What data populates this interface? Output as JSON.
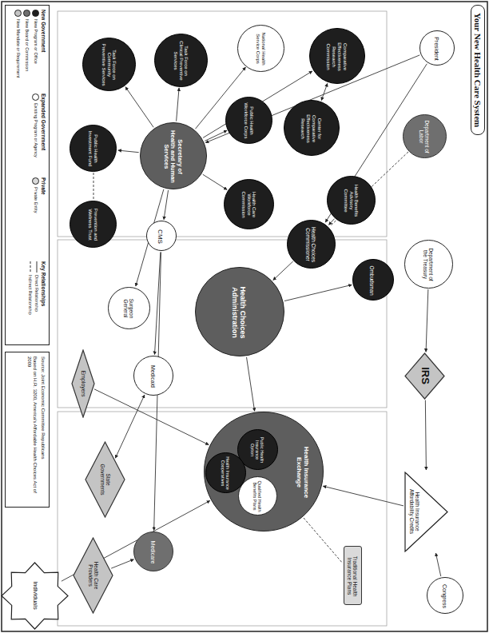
{
  "diagram": {
    "title": "Your New Health Care System",
    "nodes": [
      {
        "text": [
          "President"
        ]
      },
      {
        "text": [
          "Department of Labor"
        ]
      },
      {
        "text": [
          "Department of the Treasury"
        ]
      },
      {
        "text": [
          "IRS"
        ]
      },
      {
        "text": [
          "Health Insurance Affordability Credits"
        ]
      },
      {
        "text": [
          "Congress"
        ]
      },
      {
        "text": [
          "Comparative Effectiveness Research Commission"
        ]
      },
      {
        "text": [
          "Center for Comparative Effectiveness Research"
        ]
      },
      {
        "text": [
          "Health Benefits Advisory Committee"
        ]
      },
      {
        "text": [
          "Health Choices Commissioner"
        ]
      },
      {
        "text": [
          "Ombudsman"
        ]
      },
      {
        "text": [
          "Traditional Health Insurance Plans"
        ]
      },
      {
        "text": [
          "National Health Service Corps"
        ]
      },
      {
        "text": [
          "Public Health Workforce Corps"
        ]
      },
      {
        "text": [
          "Health Care Workforce Commission"
        ]
      },
      {
        "text": [
          "Health Choices Administration"
        ]
      },
      {
        "text": [
          "Health Insurance Exchange"
        ]
      },
      {
        "text": [
          "Public Health Insurance Option"
        ],
        "in": 16
      },
      {
        "text": [
          "Qualified Health Benefits Plans"
        ],
        "in": 16
      },
      {
        "text": [
          "Health Insurance Cooperatives"
        ],
        "in": 16
      },
      {
        "text": [
          "Secretary of Health and Human Services"
        ]
      },
      {
        "text": [
          "Task Force on Clinical Preventive Services"
        ]
      },
      {
        "text": [
          "CMS"
        ]
      },
      {
        "text": [
          "Surgeon General"
        ]
      },
      {
        "text": [
          "Medicaid"
        ]
      },
      {
        "text": [
          "Medicare"
        ]
      },
      {
        "text": [
          "Task Force on Community Preventive Services"
        ]
      },
      {
        "text": [
          "Public Health Investment Fund"
        ]
      },
      {
        "text": [
          "Prevention and Wellness Trust"
        ]
      },
      {
        "text": [
          "Employers"
        ]
      },
      {
        "text": [
          "State Governments"
        ]
      },
      {
        "text": [
          "Health Care Providers"
        ]
      },
      {
        "text": [
          "Individuals"
        ]
      }
    ],
    "edges": [
      {
        "from": 0,
        "to": 9,
        "arrow": "to"
      },
      {
        "from": 0,
        "to": 20,
        "arrow": "to"
      },
      {
        "from": 9,
        "to": 15,
        "arrow": "to"
      },
      {
        "from": 15,
        "to": 16,
        "arrow": "to"
      },
      {
        "from": 8,
        "to": 9,
        "arrow": "to"
      },
      {
        "from": 15,
        "to": 10,
        "arrow": "to"
      },
      {
        "from": 20,
        "to": 6,
        "arrow": "to"
      },
      {
        "from": 6,
        "to": 7,
        "arrow": "both"
      },
      {
        "from": 20,
        "to": 22,
        "arrow": "to"
      },
      {
        "from": 20,
        "to": 27,
        "arrow": "to"
      },
      {
        "from": 27,
        "to": 28,
        "arrow": "none"
      },
      {
        "from": 20,
        "to": 21,
        "arrow": "to"
      },
      {
        "from": 20,
        "to": 26,
        "arrow": "to"
      },
      {
        "from": 20,
        "to": 12,
        "arrow": "to"
      },
      {
        "from": 20,
        "to": 13,
        "arrow": "to"
      },
      {
        "from": 20,
        "to": 14,
        "arrow": "to"
      },
      {
        "from": 20,
        "to": 23,
        "arrow": "to"
      },
      {
        "from": 2,
        "to": 3,
        "arrow": "to"
      },
      {
        "from": 3,
        "to": 4,
        "arrow": "to"
      },
      {
        "from": 4,
        "to": 16,
        "arrow": "to"
      },
      {
        "from": 16,
        "to": 11,
        "arrow": "none"
      },
      {
        "from": 29,
        "to": 16,
        "arrow": "to"
      },
      {
        "from": 22,
        "to": 24,
        "arrow": "to"
      },
      {
        "from": 22,
        "to": 25,
        "arrow": "to"
      },
      {
        "from": 30,
        "to": 24,
        "arrow": "both"
      },
      {
        "from": 31,
        "to": 25,
        "arrow": "to"
      },
      {
        "from": 32,
        "to": 16,
        "arrow": "to"
      },
      {
        "from": 1,
        "to": 9,
        "arrow": "none"
      },
      {
        "from": 5,
        "to": 4,
        "arrow": "to"
      }
    ],
    "labels": [
      "New Government",
      "Expanded Government",
      "Private",
      "Key Relationships",
      "Source: Joint Economic Committee Republicans",
      "Based on H.R. 3200, America's Affordable Health Choices Act of 2009"
    ],
    "legend": [
      {
        "text": "New Program or Office",
        "color": "#1e1e1e"
      },
      {
        "text": "New Board or Commission",
        "color": "#6f6f6f"
      },
      {
        "text": "New Mandate or Requirement",
        "color": "#c4c4c4"
      },
      {
        "text": "Existing Program or Agency",
        "color": "#ffffff"
      },
      {
        "text": "Private Entity",
        "color": "#dadada"
      },
      {
        "text": "Direct Relationship"
      },
      {
        "text": "Indirect Relationship"
      }
    ]
  }
}
